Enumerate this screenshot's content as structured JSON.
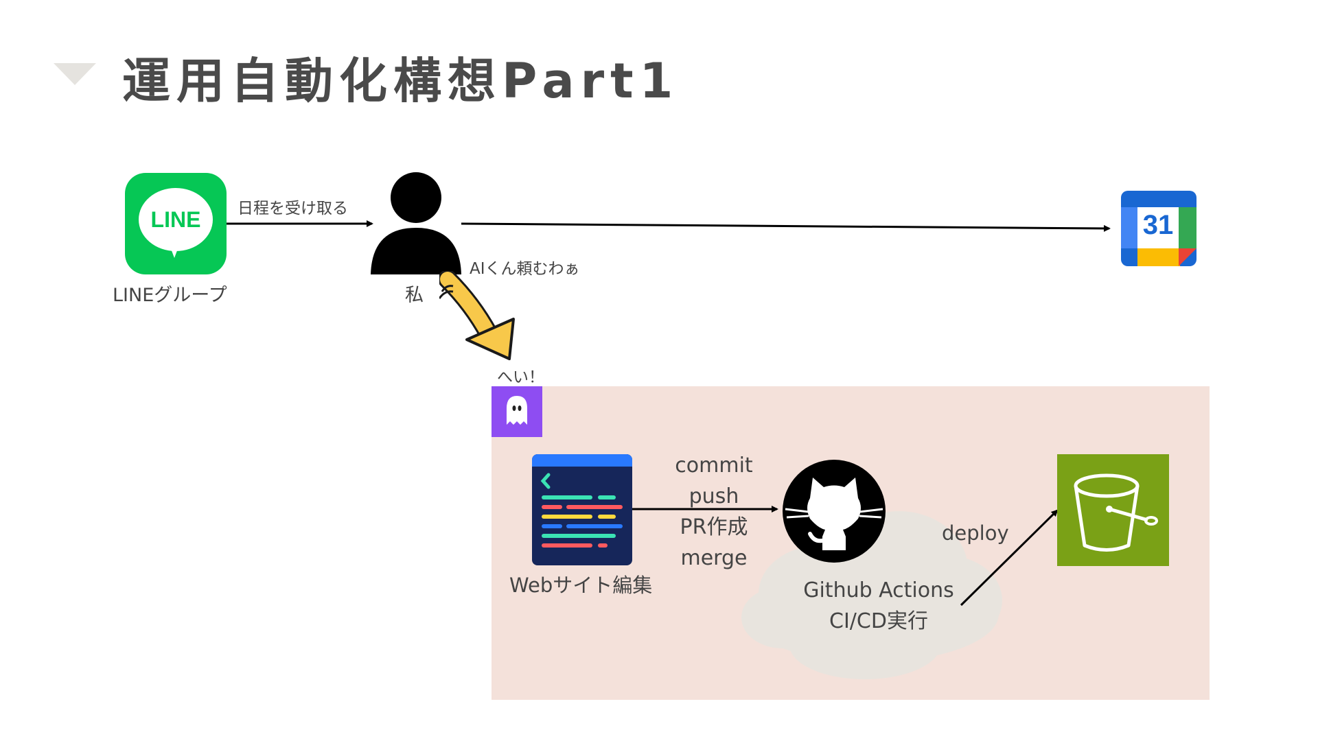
{
  "slide": {
    "title": "運用自動化構想Part1"
  },
  "nodes": {
    "line_icon_text": "LINE",
    "line_label": "LINEグループ",
    "person_label": "私",
    "calendar_number": "31",
    "editor_label": "Webサイト編集",
    "actions_line1": "Github Actions",
    "actions_line2": "CI/CD実行"
  },
  "edges": {
    "line_to_me": "日程を受け取る",
    "me_to_ai": "AIくん頼むわぁ",
    "ai_reply": "へい！",
    "editor_to_github": [
      "commit",
      "push",
      "PR作成",
      "merge"
    ],
    "deploy": "deploy"
  },
  "icons": {
    "line": "line-app-icon",
    "person": "person-icon",
    "calendar": "google-calendar-icon",
    "ghost": "ghost-ai-icon",
    "editor": "code-editor-icon",
    "github": "github-icon",
    "s3": "s3-bucket-icon",
    "cloud": "cloud-shape"
  },
  "colors": {
    "line_green": "#06c755",
    "panel_bg": "#f4e1da",
    "ghost_purple": "#8e4df2",
    "s3_green": "#7aa116",
    "arrow_yellow": "#f8c84a",
    "title_gray": "#4a4a4a"
  }
}
